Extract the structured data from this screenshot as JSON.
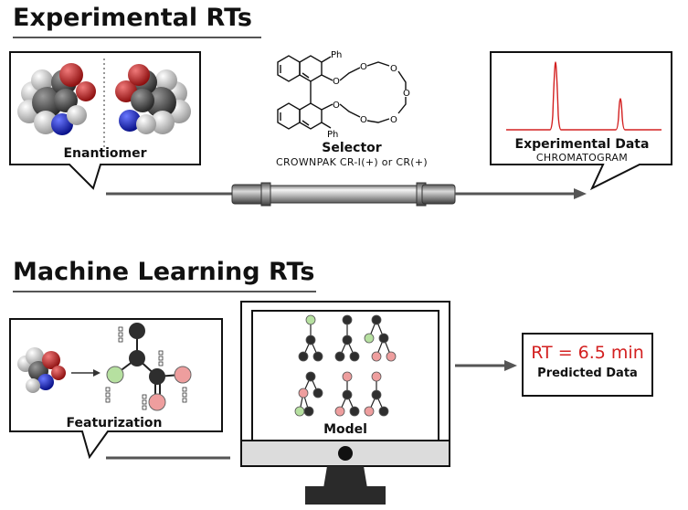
{
  "section1": {
    "heading": "Experimental RTs",
    "enantiomer_label": "Enantiomer",
    "selector_title": "Selector",
    "selector_subtitle": "CROWNPAK CR-I(+) or CR(+)",
    "substituent_label": "Ph",
    "ring_atom_label": "O",
    "experimental_title": "Experimental Data",
    "experimental_subtitle": "CHROMATOGRAM"
  },
  "section2": {
    "heading": "Machine Learning RTs",
    "featurization_label": "Featurization",
    "model_label": "Model",
    "rt_value": "RT = 6.5 min",
    "predicted_label": "Predicted Data"
  },
  "colors": {
    "peak_red": "#d32020",
    "node_dark": "#2e2e2e",
    "node_green": "#b6e0a0",
    "node_pink": "#ee9e9e",
    "oxygen_red": "#c62a2a",
    "nitrogen_blue": "#1d2fc2",
    "carbon_gray": "#5a5a5a",
    "hydrogen_white": "#e6e6e6"
  }
}
